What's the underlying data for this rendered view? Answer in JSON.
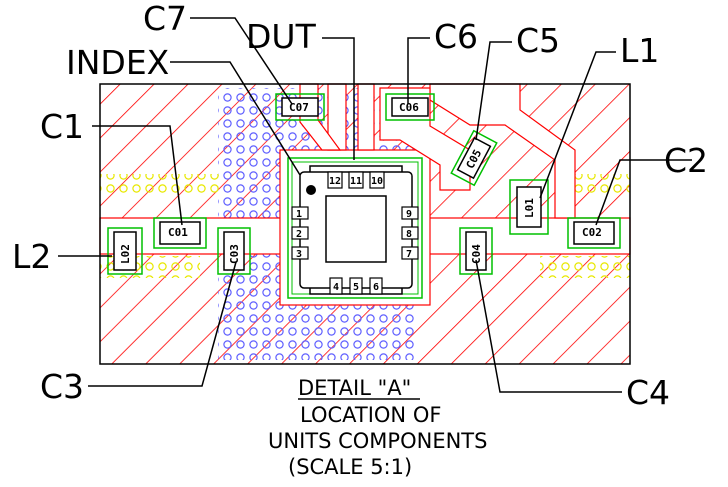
{
  "callouts": {
    "c7": "C7",
    "dut": "DUT",
    "c6": "C6",
    "c5": "C5",
    "l1": "L1",
    "index": "INDEX",
    "c1": "C1",
    "c2": "C2",
    "l2": "L2",
    "c3": "C3",
    "c4": "C4"
  },
  "components": {
    "c01": "C01",
    "c02": "C02",
    "c03": "C03",
    "c04": "C04",
    "c05": "C05",
    "c06": "C06",
    "c07": "C07",
    "l01": "L01",
    "l02": "L02"
  },
  "dut_pins": {
    "p1": "1",
    "p2": "2",
    "p3": "3",
    "p4": "4",
    "p5": "5",
    "p6": "6",
    "p7": "7",
    "p8": "8",
    "p9": "9",
    "p10": "10",
    "p11": "11",
    "p12": "12"
  },
  "title": {
    "line1": "DETAIL \"A\"",
    "line2": "LOCATION OF",
    "line3": "UNITS COMPONENTS",
    "line4": "(SCALE 5:1)"
  },
  "colors": {
    "hatch": "#ff0000",
    "pads": "#00c000",
    "vias_blue": "#6060ff",
    "vias_yellow": "#e8e800",
    "outline": "#000000"
  }
}
